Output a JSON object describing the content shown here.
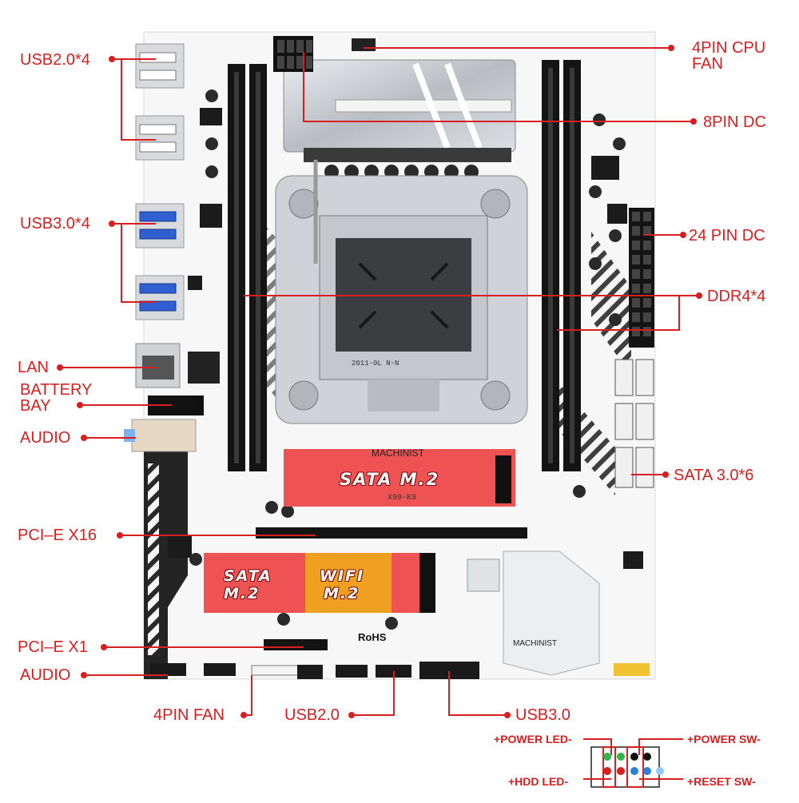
{
  "labels": {
    "usb20x4": "USB2.0*4",
    "usb30x4": "USB3.0*4",
    "lan": "LAN",
    "battery_bay_1": "BATTERY",
    "battery_bay_2": "BAY",
    "audio_rear": "AUDIO",
    "pcie_x16": "PCI–E X16",
    "pcie_x1": "PCI–E X1",
    "audio_front": "AUDIO",
    "cpu_fan_1": "4PIN CPU",
    "cpu_fan_2": "FAN",
    "dc8": "8PIN DC",
    "dc24": "24 PIN DC",
    "ddr4": "DDR4*4",
    "sata": "SATA 3.0*6",
    "fan4": "4PIN FAN",
    "usb20": "USB2.0",
    "usb30": "USB3.0"
  },
  "front_panel": {
    "power_led": "+POWER LED-",
    "hdd_led": "+HDD LED-",
    "power_sw": "+POWER SW-",
    "reset_sw": "+RESET SW-"
  },
  "board": {
    "brand_top": "MACHINIST",
    "model": "X99-K9",
    "brand_bottom": "MACHINIST",
    "rohs": "RoHS",
    "socket_text": "2011-0L N-N",
    "sata_m2_top": "SATA  M.2",
    "sata_m2_left_1": "SATA",
    "sata_m2_left_2": "M.2",
    "wifi_m2_1": "WIFI",
    "wifi_m2_2": "M.2"
  },
  "colors": {
    "label_red": "#d81e1e",
    "m2_red": "#ee5252",
    "wifi_orange": "#f0a020",
    "board_white": "#f7f7f7",
    "slot_black": "#151515",
    "heatsink_silver": "#cfd2d6"
  }
}
